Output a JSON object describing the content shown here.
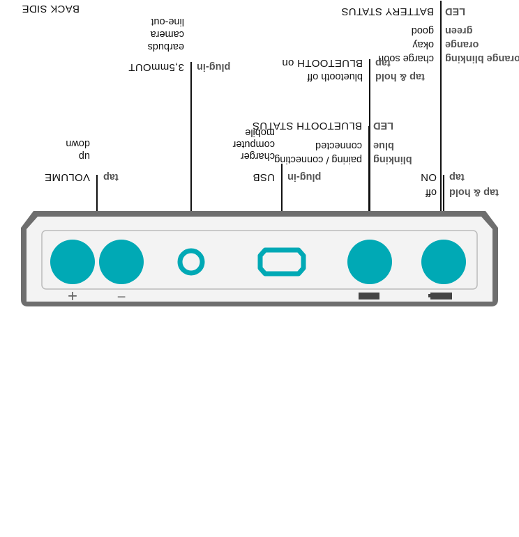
{
  "colors": {
    "accent": "#00a9b5",
    "casing": "#6e6e6e",
    "casing_face": "#f3f3f3",
    "ink": "#111111",
    "label_bold": "#555555"
  },
  "page": {
    "title": "BACK SIDE"
  },
  "battery_status": {
    "header_key": "LED",
    "header_label": "BATTERY STATUS",
    "rows": [
      {
        "key": "green",
        "label": "good"
      },
      {
        "key": "orange",
        "label": "okay"
      },
      {
        "key": "orange blinking",
        "label": "charge soon"
      }
    ]
  },
  "bluetooth_status": {
    "header_key": "LED",
    "header_label": "BLUETOOTH STATUS",
    "rows": [
      {
        "key": "blue",
        "label": "connected"
      },
      {
        "key": "blinking",
        "label": "pairing / connecting"
      }
    ]
  },
  "power": {
    "rows": [
      {
        "key": "tap",
        "label": "ON"
      },
      {
        "key": "tap & hold",
        "label": "off"
      }
    ]
  },
  "bluetooth": {
    "rows": [
      {
        "key": "tap",
        "label": "BLUETOOTH on"
      },
      {
        "key": "tap & hold",
        "label": "bluetooth off"
      }
    ]
  },
  "usb": {
    "key": "plug-in",
    "label": "USB",
    "lines": [
      "charger",
      "computer",
      "mobile"
    ]
  },
  "audio": {
    "key": "plug-in",
    "label": "3,5mmOUT",
    "lines": [
      "earbuds",
      "camera",
      "line-out"
    ]
  },
  "volume": {
    "key": "tap",
    "label": "VOLUME",
    "lines": [
      "up",
      "down"
    ]
  },
  "symbols": {
    "plus": "+",
    "minus": "−"
  }
}
